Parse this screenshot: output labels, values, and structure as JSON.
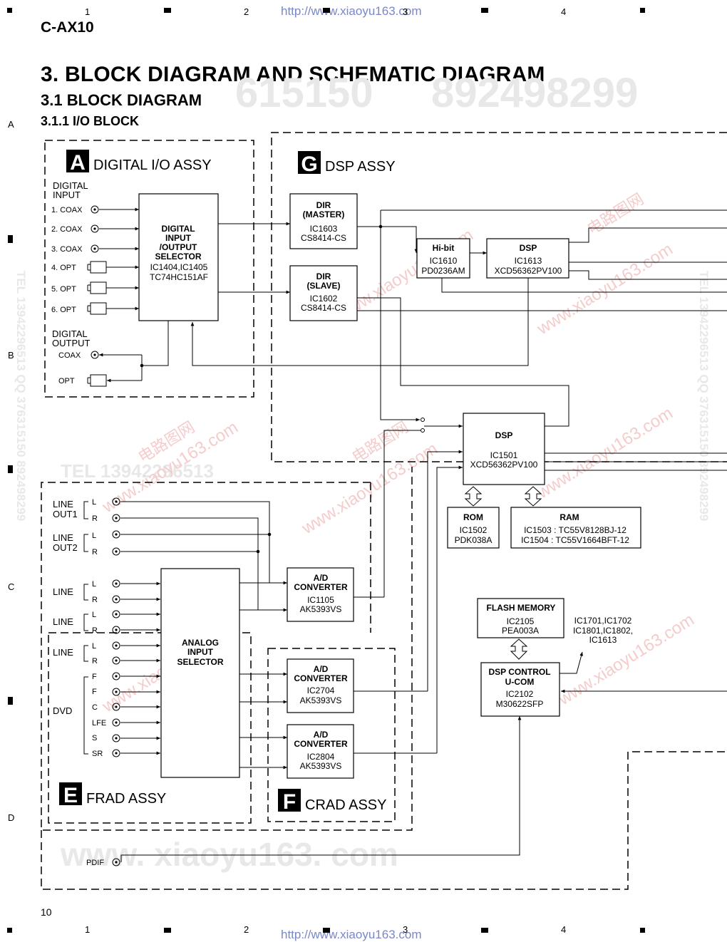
{
  "header": {
    "model": "C-AX10",
    "url_top": "http://www.xiaoyu163.com",
    "url_bottom": "http://www.xiaoyu163.com",
    "grid_cols": [
      "1",
      "2",
      "3",
      "4"
    ],
    "grid_rows": [
      "A",
      "B",
      "C",
      "D"
    ],
    "page_number": "10"
  },
  "titles": {
    "h1": "3. BLOCK DIAGRAM AND SCHEMATIC DIAGRAM",
    "h2": "3.1 BLOCK DIAGRAM",
    "h3": "3.1.1 I/O BLOCK"
  },
  "watermarks": {
    "big_bottom": "www. xiaoyu163. com",
    "top_right": "892498299",
    "top_mid": "615150",
    "tel": "TEL 13942296513",
    "side": "TEL 13942296513  QQ 376315150  892498299",
    "diag": "www.xiaoyu163.com",
    "cn": "电路图网"
  },
  "assy": {
    "a": {
      "letter": "A",
      "name": "DIGITAL I/O ASSY"
    },
    "g": {
      "letter": "G",
      "name": "DSP ASSY"
    },
    "e": {
      "letter": "E",
      "name": "FRAD ASSY"
    },
    "f": {
      "letter": "F",
      "name": "CRAD ASSY"
    }
  },
  "digital_io": {
    "input_label_1": "DIGITAL",
    "input_label_2": "INPUT",
    "inputs": [
      "1. COAX",
      "2. COAX",
      "3. COAX",
      "4. OPT",
      "5. OPT",
      "6. OPT"
    ],
    "output_label_1": "DIGITAL",
    "output_label_2": "OUTPUT",
    "out_coax": "COAX",
    "out_opt": "OPT",
    "selector": [
      "DIGITAL",
      "INPUT",
      "/OUTPUT",
      "SELECTOR",
      "IC1404,IC1405",
      "TC74HC151AF"
    ]
  },
  "dsp": {
    "dir_master": [
      "DIR",
      "(MASTER)",
      "IC1603",
      "CS8414-CS"
    ],
    "dir_slave": [
      "DIR",
      "(SLAVE)",
      "IC1602",
      "CS8414-CS"
    ],
    "hibit": [
      "Hi-bit",
      "IC1610",
      "PD0236AM"
    ],
    "dsp1613": [
      "DSP",
      "IC1613",
      "XCD56362PV100"
    ],
    "dsp1501": [
      "DSP",
      "IC1501",
      "XCD56362PV100"
    ],
    "rom": [
      "ROM",
      "IC1502",
      "PDK038A"
    ],
    "ram": [
      "RAM",
      "IC1503 : TC55V8128BJ-12",
      "IC1504 : TC55V1664BFT-12"
    ],
    "flash": [
      "FLASH MEMORY",
      "IC2105",
      "PEA003A"
    ],
    "ucom": [
      "DSP CONTROL",
      "U-COM",
      "IC2102",
      "M30622SFP"
    ],
    "ucom_note": [
      "IC1701,IC1702",
      "IC1801,IC1802,",
      "IC1613"
    ]
  },
  "analog": {
    "line_out1": [
      "LINE",
      "OUT1"
    ],
    "line_out2": [
      "LINE",
      "OUT2"
    ],
    "line": "LINE",
    "dvd": "DVD",
    "ch_l": "L",
    "ch_r": "R",
    "dvd_channels": [
      "F",
      "F",
      "C",
      "LFE",
      "S",
      "SR"
    ],
    "selector": [
      "ANALOG",
      "INPUT",
      "SELECTOR"
    ],
    "ad1105": [
      "A/D",
      "CONVERTER",
      "IC1105",
      "AK5393VS"
    ],
    "ad2704": [
      "A/D",
      "CONVERTER",
      "IC2704",
      "AK5393VS"
    ],
    "ad2804": [
      "A/D",
      "CONVERTER",
      "IC2804",
      "AK5393VS"
    ],
    "pdif": "PDIF"
  }
}
